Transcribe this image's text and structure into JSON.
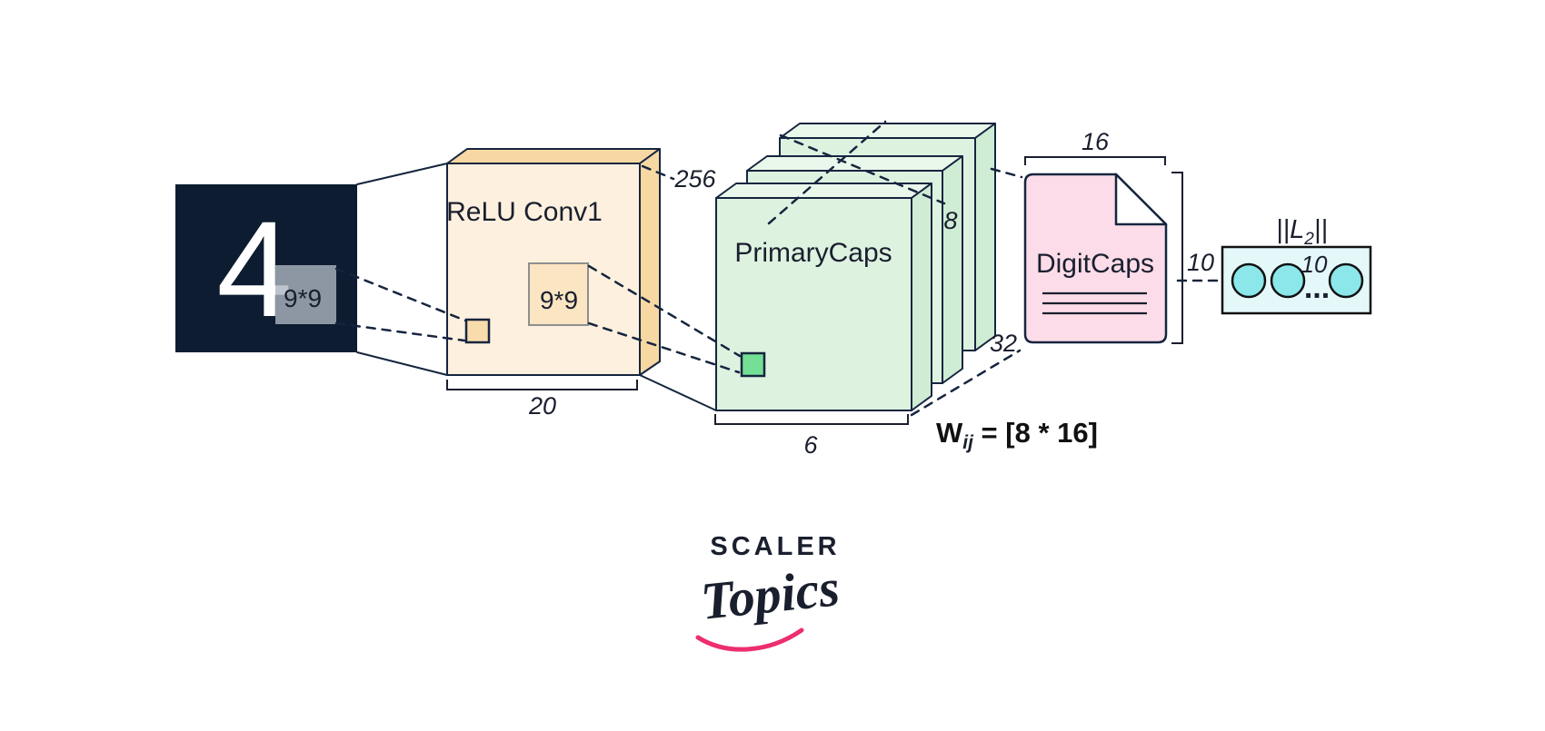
{
  "colors": {
    "line": "#16253F",
    "input_bg": "#0D1C30",
    "digit": "#FFFFFF",
    "overlay": "rgba(174,181,193,0.8)",
    "conv_front": "#FDF0DE",
    "conv_side": "#F7D8A3",
    "conv_patch": "#F9DCAC",
    "conv_kernel": "#FBE5C2",
    "caps_front": "#DEF2E0",
    "caps_top": "#EAF8EB",
    "caps_side": "#CFECD4",
    "caps_patch": "#74E095",
    "doc_fill": "#FBDCE8",
    "doc_fold": "#FFFFFF",
    "output_box": "#E4F8FA",
    "capsule": "#8BE7E9",
    "logo_navy": "#1E2A44",
    "logo_pink": "#ED2E6F"
  },
  "input": {
    "digit": "4",
    "kernel": "9*9"
  },
  "conv1": {
    "title": "ReLU Conv1",
    "kernel": "9*9",
    "depth": "256",
    "width": "20"
  },
  "primary_caps": {
    "title": "PrimaryCaps",
    "dim": "8",
    "maps": "32",
    "width": "6"
  },
  "digit_caps": {
    "title": "DigitCaps",
    "dim": "16",
    "count": "10"
  },
  "weights": {
    "symbol": "W",
    "subscript": "ij",
    "value": " = [8 * 16]"
  },
  "output": {
    "norm_pre": "||L",
    "norm_sub": "2",
    "norm_post": "||",
    "count": "10",
    "ellipsis": "..."
  },
  "logo": {
    "brand": "SCALER",
    "product": "Topics"
  }
}
